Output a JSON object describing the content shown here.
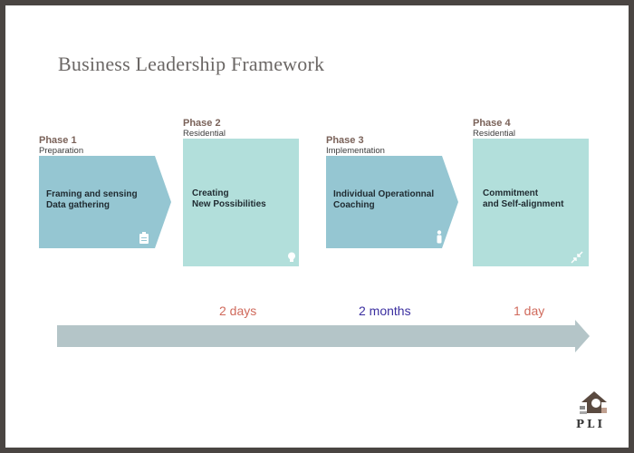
{
  "title": "Business Leadership Framework",
  "colors": {
    "arrow_block": "#95c6d2",
    "rect_block": "#b2dfdb",
    "timeline": "#b4c5c8",
    "phase_label": "#7a6259",
    "duration_red": "#d06a5c",
    "duration_blue": "#3b2fa0"
  },
  "phases": [
    {
      "number": "Phase 1",
      "subtitle": "Preparation",
      "text_line1": "Framing and sensing",
      "text_line2": "Data gathering",
      "icon": "clipboard-icon"
    },
    {
      "number": "Phase 2",
      "subtitle": "Residential",
      "text_line1": "Creating",
      "text_line2": "New Possibilities",
      "icon": "lightbulb-icon"
    },
    {
      "number": "Phase 3",
      "subtitle": "Implementation",
      "text_line1": "Individual Operationnal",
      "text_line2": "Coaching",
      "icon": "person-icon"
    },
    {
      "number": "Phase 4",
      "subtitle": "Residential",
      "text_line1": "Commitment",
      "text_line2": "and Self-alignment",
      "icon": "converge-arrows-icon"
    }
  ],
  "durations": [
    {
      "label": "2 days"
    },
    {
      "label": "2 months"
    },
    {
      "label": "1 day"
    }
  ],
  "logo": {
    "text": "PLI"
  }
}
